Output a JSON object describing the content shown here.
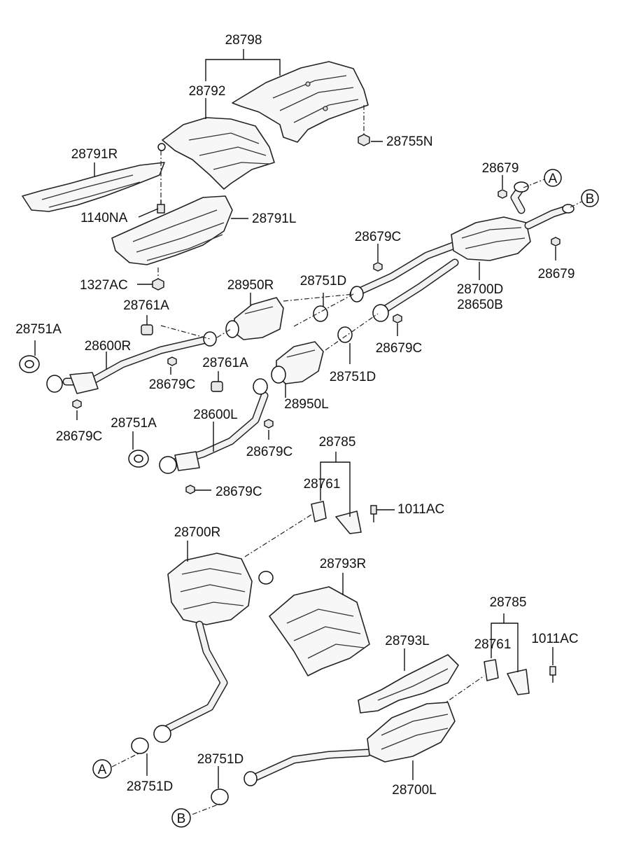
{
  "labels": {
    "l_28798": "28798",
    "l_28792": "28792",
    "l_28755N": "28755N",
    "l_28791R": "28791R",
    "l_1140NA": "1140NA",
    "l_28791L": "28791L",
    "l_1327AC": "1327AC",
    "l_28679_top": "28679",
    "l_28679_right": "28679",
    "l_28679C_top": "28679C",
    "l_28950R": "28950R",
    "l_28751D_mid": "28751D",
    "l_28700D": "28700D",
    "l_28650B": "28650B",
    "l_28761A_1": "28761A",
    "l_28751A_1": "28751A",
    "l_28600R": "28600R",
    "l_28679C_mid": "28679C",
    "l_28679C_left1": "28679C",
    "l_28761A_2": "28761A",
    "l_28751D_2": "28751D",
    "l_28950L": "28950L",
    "l_28679C_left2": "28679C",
    "l_28751A_2": "28751A",
    "l_28600L": "28600L",
    "l_28679C_low": "28679C",
    "l_28679C_low2": "28679C",
    "l_28785_1": "28785",
    "l_28761_1": "28761",
    "l_1011AC_1": "1011AC",
    "l_28700R": "28700R",
    "l_28793R": "28793R",
    "l_28785_2": "28785",
    "l_28761_2": "28761",
    "l_1011AC_2": "1011AC",
    "l_28793L": "28793L",
    "l_28751D_bot1": "28751D",
    "l_28751D_bot2": "28751D",
    "l_28700L": "28700L"
  },
  "refs": {
    "a_top": "A",
    "b_top": "B",
    "a_bottom": "A",
    "b_bottom": "B"
  }
}
